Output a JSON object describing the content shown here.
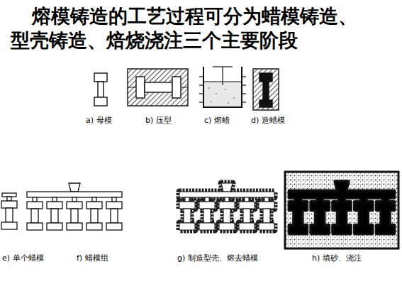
{
  "diagram": {
    "title": "熔模铸造的工艺过程可分为蜡模铸造、型壳铸造、焙烧浇注三个主要阶段",
    "labels": [
      "a) 母模",
      "b) 压型",
      "c) 熔蜡",
      "d) 造蜡模",
      "e) 单个蜡模",
      "f) 蜡模组",
      "g) 制造型壳、熔去蜡模",
      "h) 填砂、浇注"
    ]
  }
}
